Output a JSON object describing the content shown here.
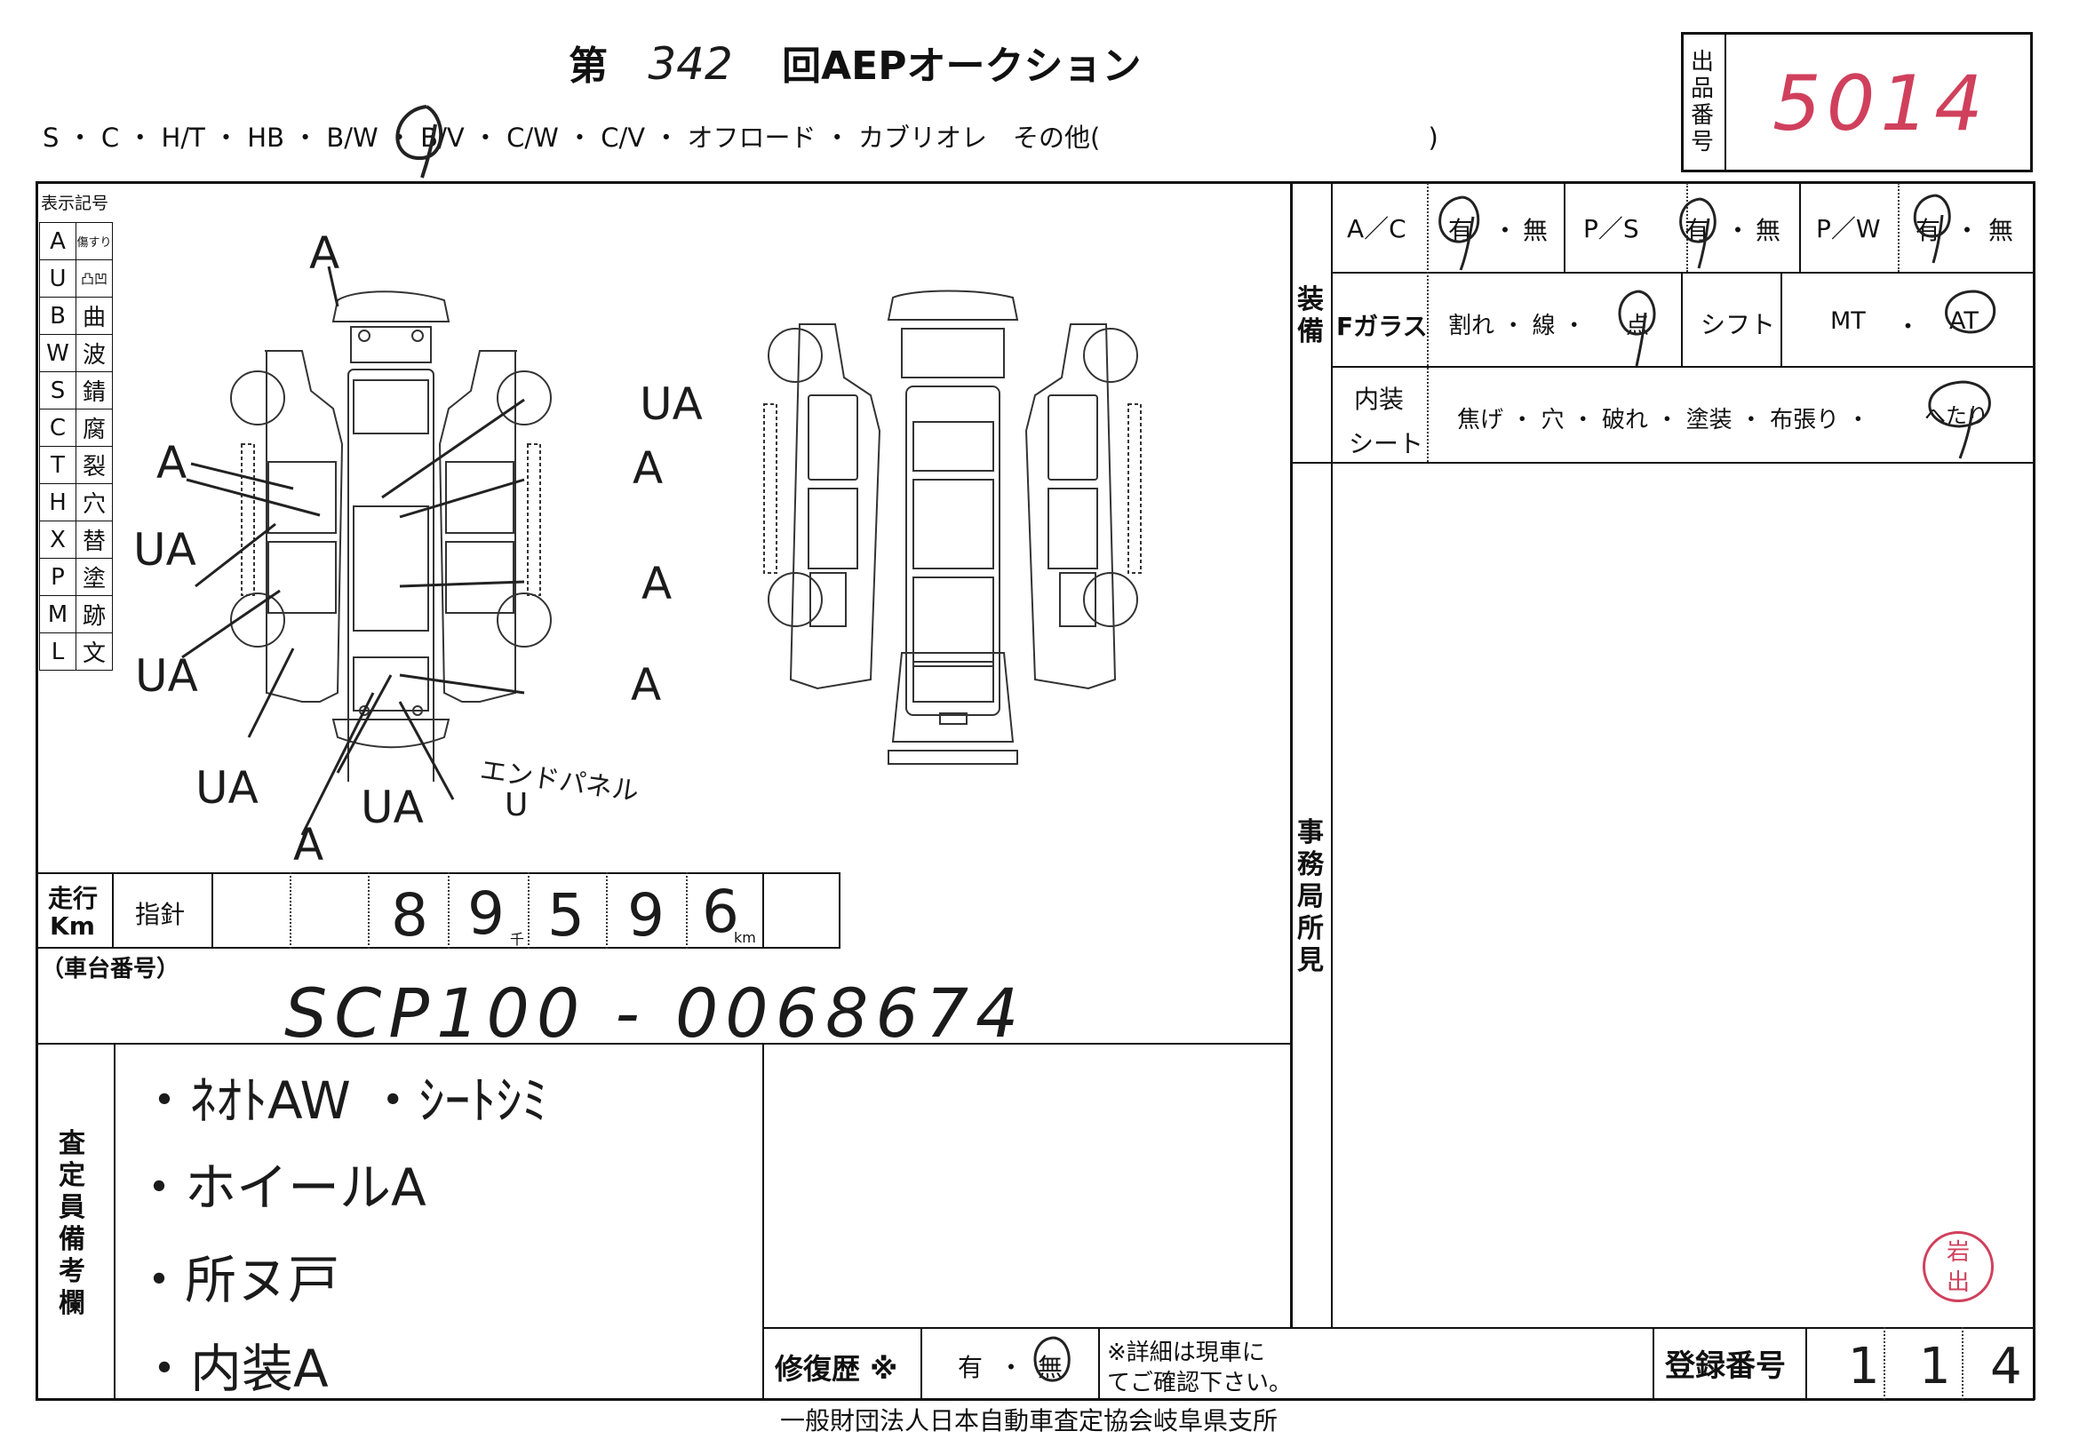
{
  "header": {
    "title_prefix": "第",
    "auction_number": "342",
    "title_suffix": "回AEPオークション",
    "body_types": "S ・ C ・ H/T ・ HB ・ B/W ・ B/V ・ C/W ・ C/V ・ オフロード ・ カブリオレ　その他(",
    "body_types_close": ")",
    "lot_label": "出品番号",
    "lot_number": "5014"
  },
  "legend": {
    "title": "表示記号",
    "rows": [
      {
        "code": "A",
        "meaning": "傷すり"
      },
      {
        "code": "U",
        "meaning": "凸凹"
      },
      {
        "code": "B",
        "meaning": "曲"
      },
      {
        "code": "W",
        "meaning": "波"
      },
      {
        "code": "S",
        "meaning": "錆"
      },
      {
        "code": "C",
        "meaning": "腐"
      },
      {
        "code": "T",
        "meaning": "裂"
      },
      {
        "code": "H",
        "meaning": "穴"
      },
      {
        "code": "X",
        "meaning": "替"
      },
      {
        "code": "P",
        "meaning": "塗"
      },
      {
        "code": "M",
        "meaning": "跡"
      },
      {
        "code": "L",
        "meaning": "文"
      }
    ]
  },
  "diagram_marks": {
    "m1": "A",
    "m2": "A",
    "m3": "UA",
    "m4": "UA",
    "m5": "A",
    "m6": "A",
    "m7": "UA",
    "m8": "A",
    "m9": "UA",
    "m10": "UA",
    "m11": "A",
    "m12": "エンドパネル",
    "m13": "U"
  },
  "equipment": {
    "section_label": "装備",
    "ac_label": "A／C",
    "ac_yes": "有",
    "ac_no": "無",
    "ps_label": "P／S",
    "ps_yes": "有",
    "ps_no": "無",
    "pw_label": "P／W",
    "pw_yes": "有",
    "pw_no": "無",
    "fglass_label": "Fガラス",
    "fglass_options": "割れ ・ 線 ・",
    "fglass_selected": "点",
    "shift_label": "シフト",
    "shift_mt": "MT",
    "shift_at": "AT",
    "interior_label_1": "内装",
    "interior_label_2": "シート",
    "interior_options": "焦げ ・ 穴 ・ 破れ ・ 塗装 ・ 布張り ・",
    "interior_selected": "へたり"
  },
  "office": {
    "label": "事務局所見"
  },
  "mileage": {
    "label_1": "走行",
    "label_2": "Km",
    "needle_label": "指針",
    "digits": [
      "8",
      "9",
      "5",
      "9",
      "6"
    ],
    "thousand_mark": "千",
    "km_mark": "km"
  },
  "chassis": {
    "label": "（車台番号）",
    "value": "SCP100 - 0068674"
  },
  "remarks": {
    "label": "査定員備考欄",
    "lines": [
      "・ﾈｵﾄAW ・ｼｰﾄｼﾐ",
      "・ホイールA",
      "・所ヌ戸",
      "・内装A"
    ]
  },
  "repair": {
    "label": "修復歴 ※",
    "yes": "有",
    "sep": "・",
    "no": "無",
    "note_1": "※詳細は現車に",
    "note_2": "てご確認下さい。"
  },
  "registration": {
    "label": "登録番号",
    "digits": [
      "1",
      "1",
      "4"
    ]
  },
  "footer": {
    "org": "一般財団法人日本自動車査定協会岐阜県支所"
  },
  "stamp": {
    "text": "岩出"
  }
}
